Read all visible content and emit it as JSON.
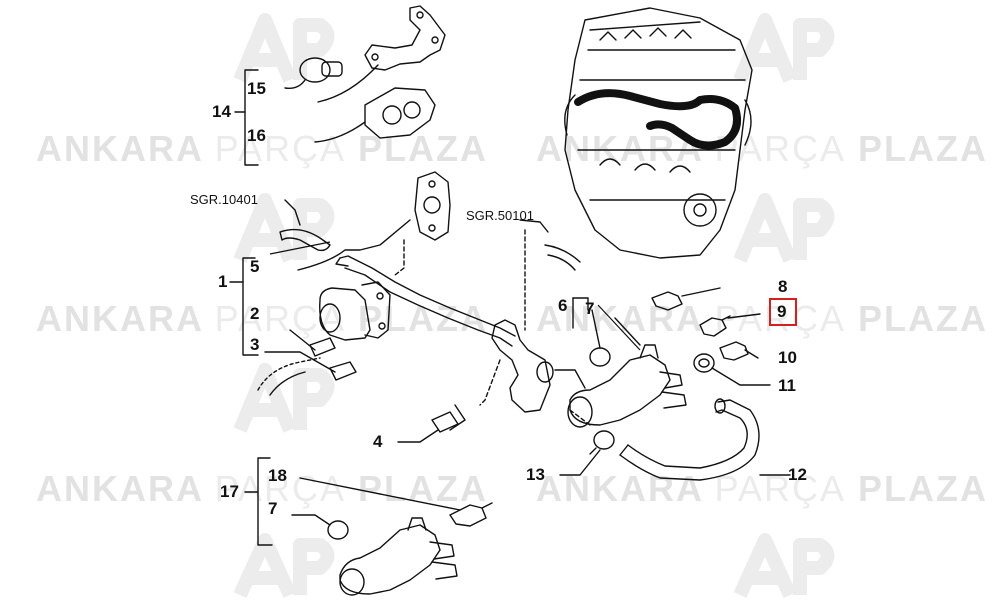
{
  "watermark": {
    "word1": "ANKARA",
    "word2": "PARÇA",
    "word3": "PLAZA"
  },
  "references": {
    "left": "SGR.10401",
    "right": "SGR.50101"
  },
  "callouts": {
    "n1": "1",
    "n2": "2",
    "n3": "3",
    "n4": "4",
    "n5": "5",
    "n6": "6",
    "n7a": "7",
    "n7b": "7",
    "n8": "8",
    "n9": "9",
    "n10": "10",
    "n11": "11",
    "n12": "12",
    "n13": "13",
    "n14": "14",
    "n15": "15",
    "n16": "16",
    "n17": "17",
    "n18": "18"
  },
  "highlighted_part": "9",
  "colors": {
    "line": "#111111",
    "highlight": "#d62020",
    "watermark": "#e2e2e2"
  }
}
